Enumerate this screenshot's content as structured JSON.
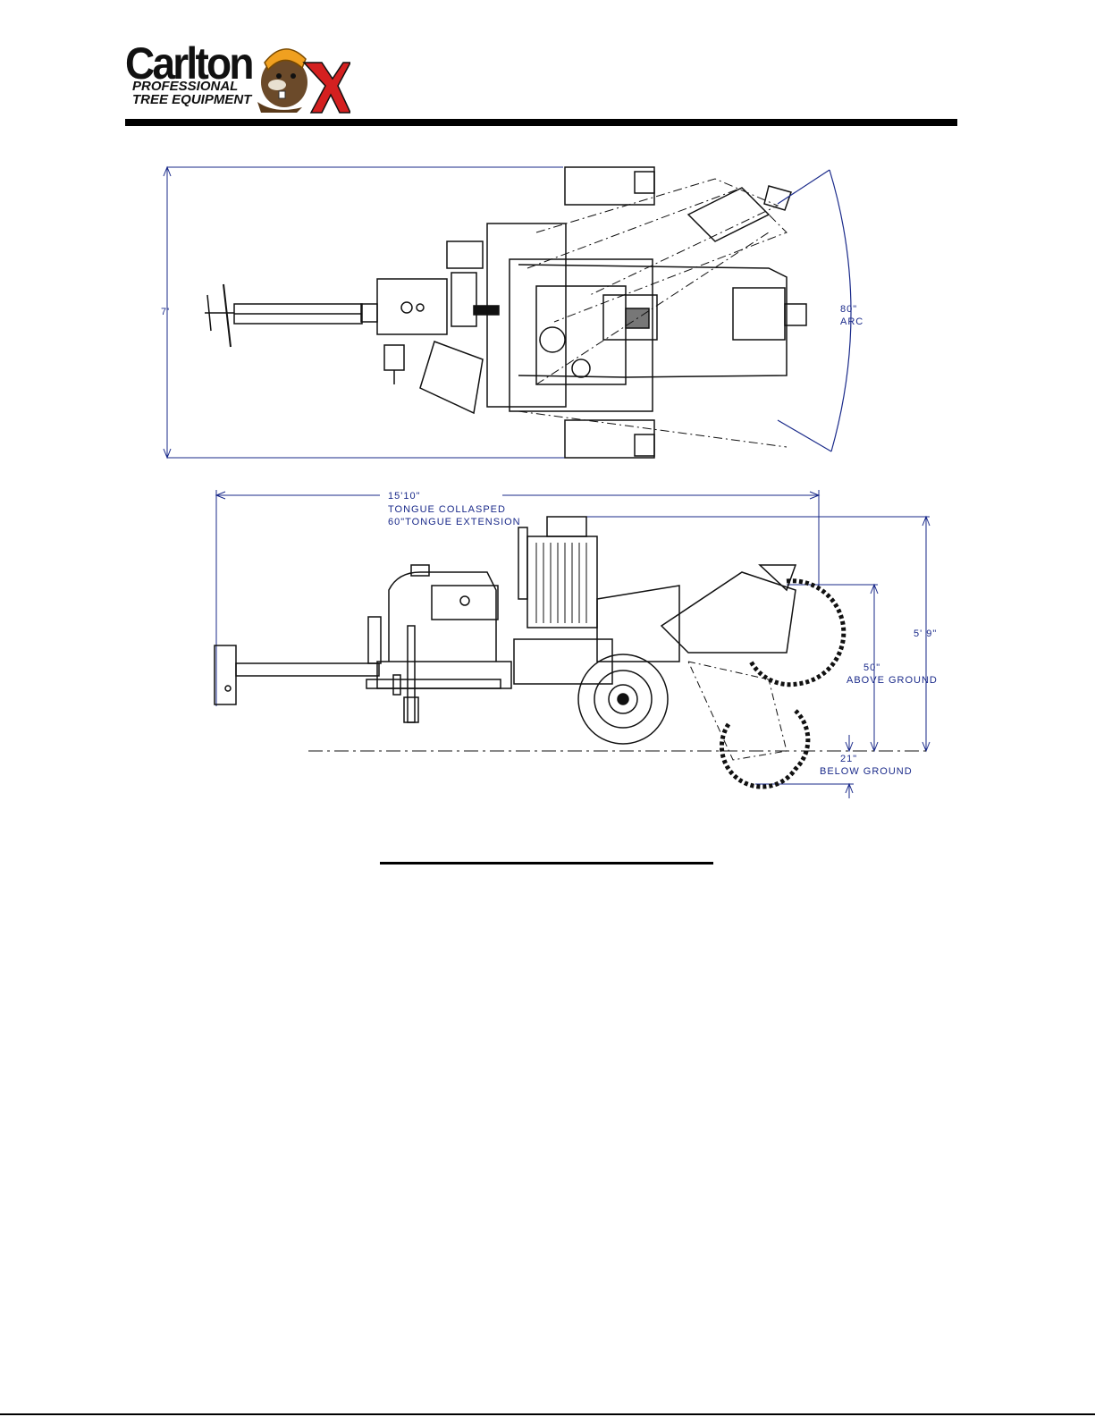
{
  "brand": {
    "name": "Carlton",
    "mark": "X",
    "line1": "PROFESSIONAL",
    "line2": "TREE EQUIPMENT"
  },
  "top_view": {
    "width_label": "7'",
    "arc_label_1": "80\"",
    "arc_label_2": "ARC"
  },
  "side_view": {
    "length_label": "15'10\"",
    "length_note_1": "TONGUE COLLASPED",
    "length_note_2": "60\"TONGUE EXTENSION",
    "height_label": "5' 9\"",
    "above_label": "50\"",
    "above_note": "ABOVE GROUND",
    "below_label": "21\"",
    "below_note": "BELOW GROUND"
  },
  "colors": {
    "dimension_line": "#1a2a8a",
    "logo_x": "#d42020",
    "logo_hat": "#f0a020"
  }
}
